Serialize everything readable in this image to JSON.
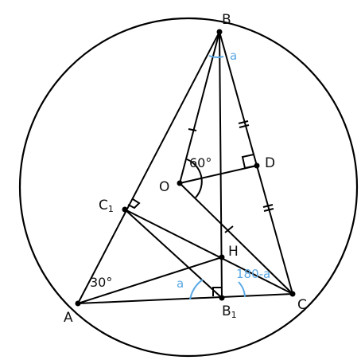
{
  "colors": {
    "ink": "#000000",
    "accent": "#5aa9e6"
  },
  "points": {
    "B": "B",
    "D": "D",
    "O": "O",
    "C1_main": "C",
    "C1_sub": "1",
    "H": "H",
    "A": "A",
    "C": "C",
    "B1_main": "B",
    "B1_sub": "1"
  },
  "angles": {
    "angle_O": "60°",
    "angle_A": "30°",
    "angle_B_a": "a",
    "angle_B1_a": "a",
    "angle_B1_supp": "180-a"
  }
}
